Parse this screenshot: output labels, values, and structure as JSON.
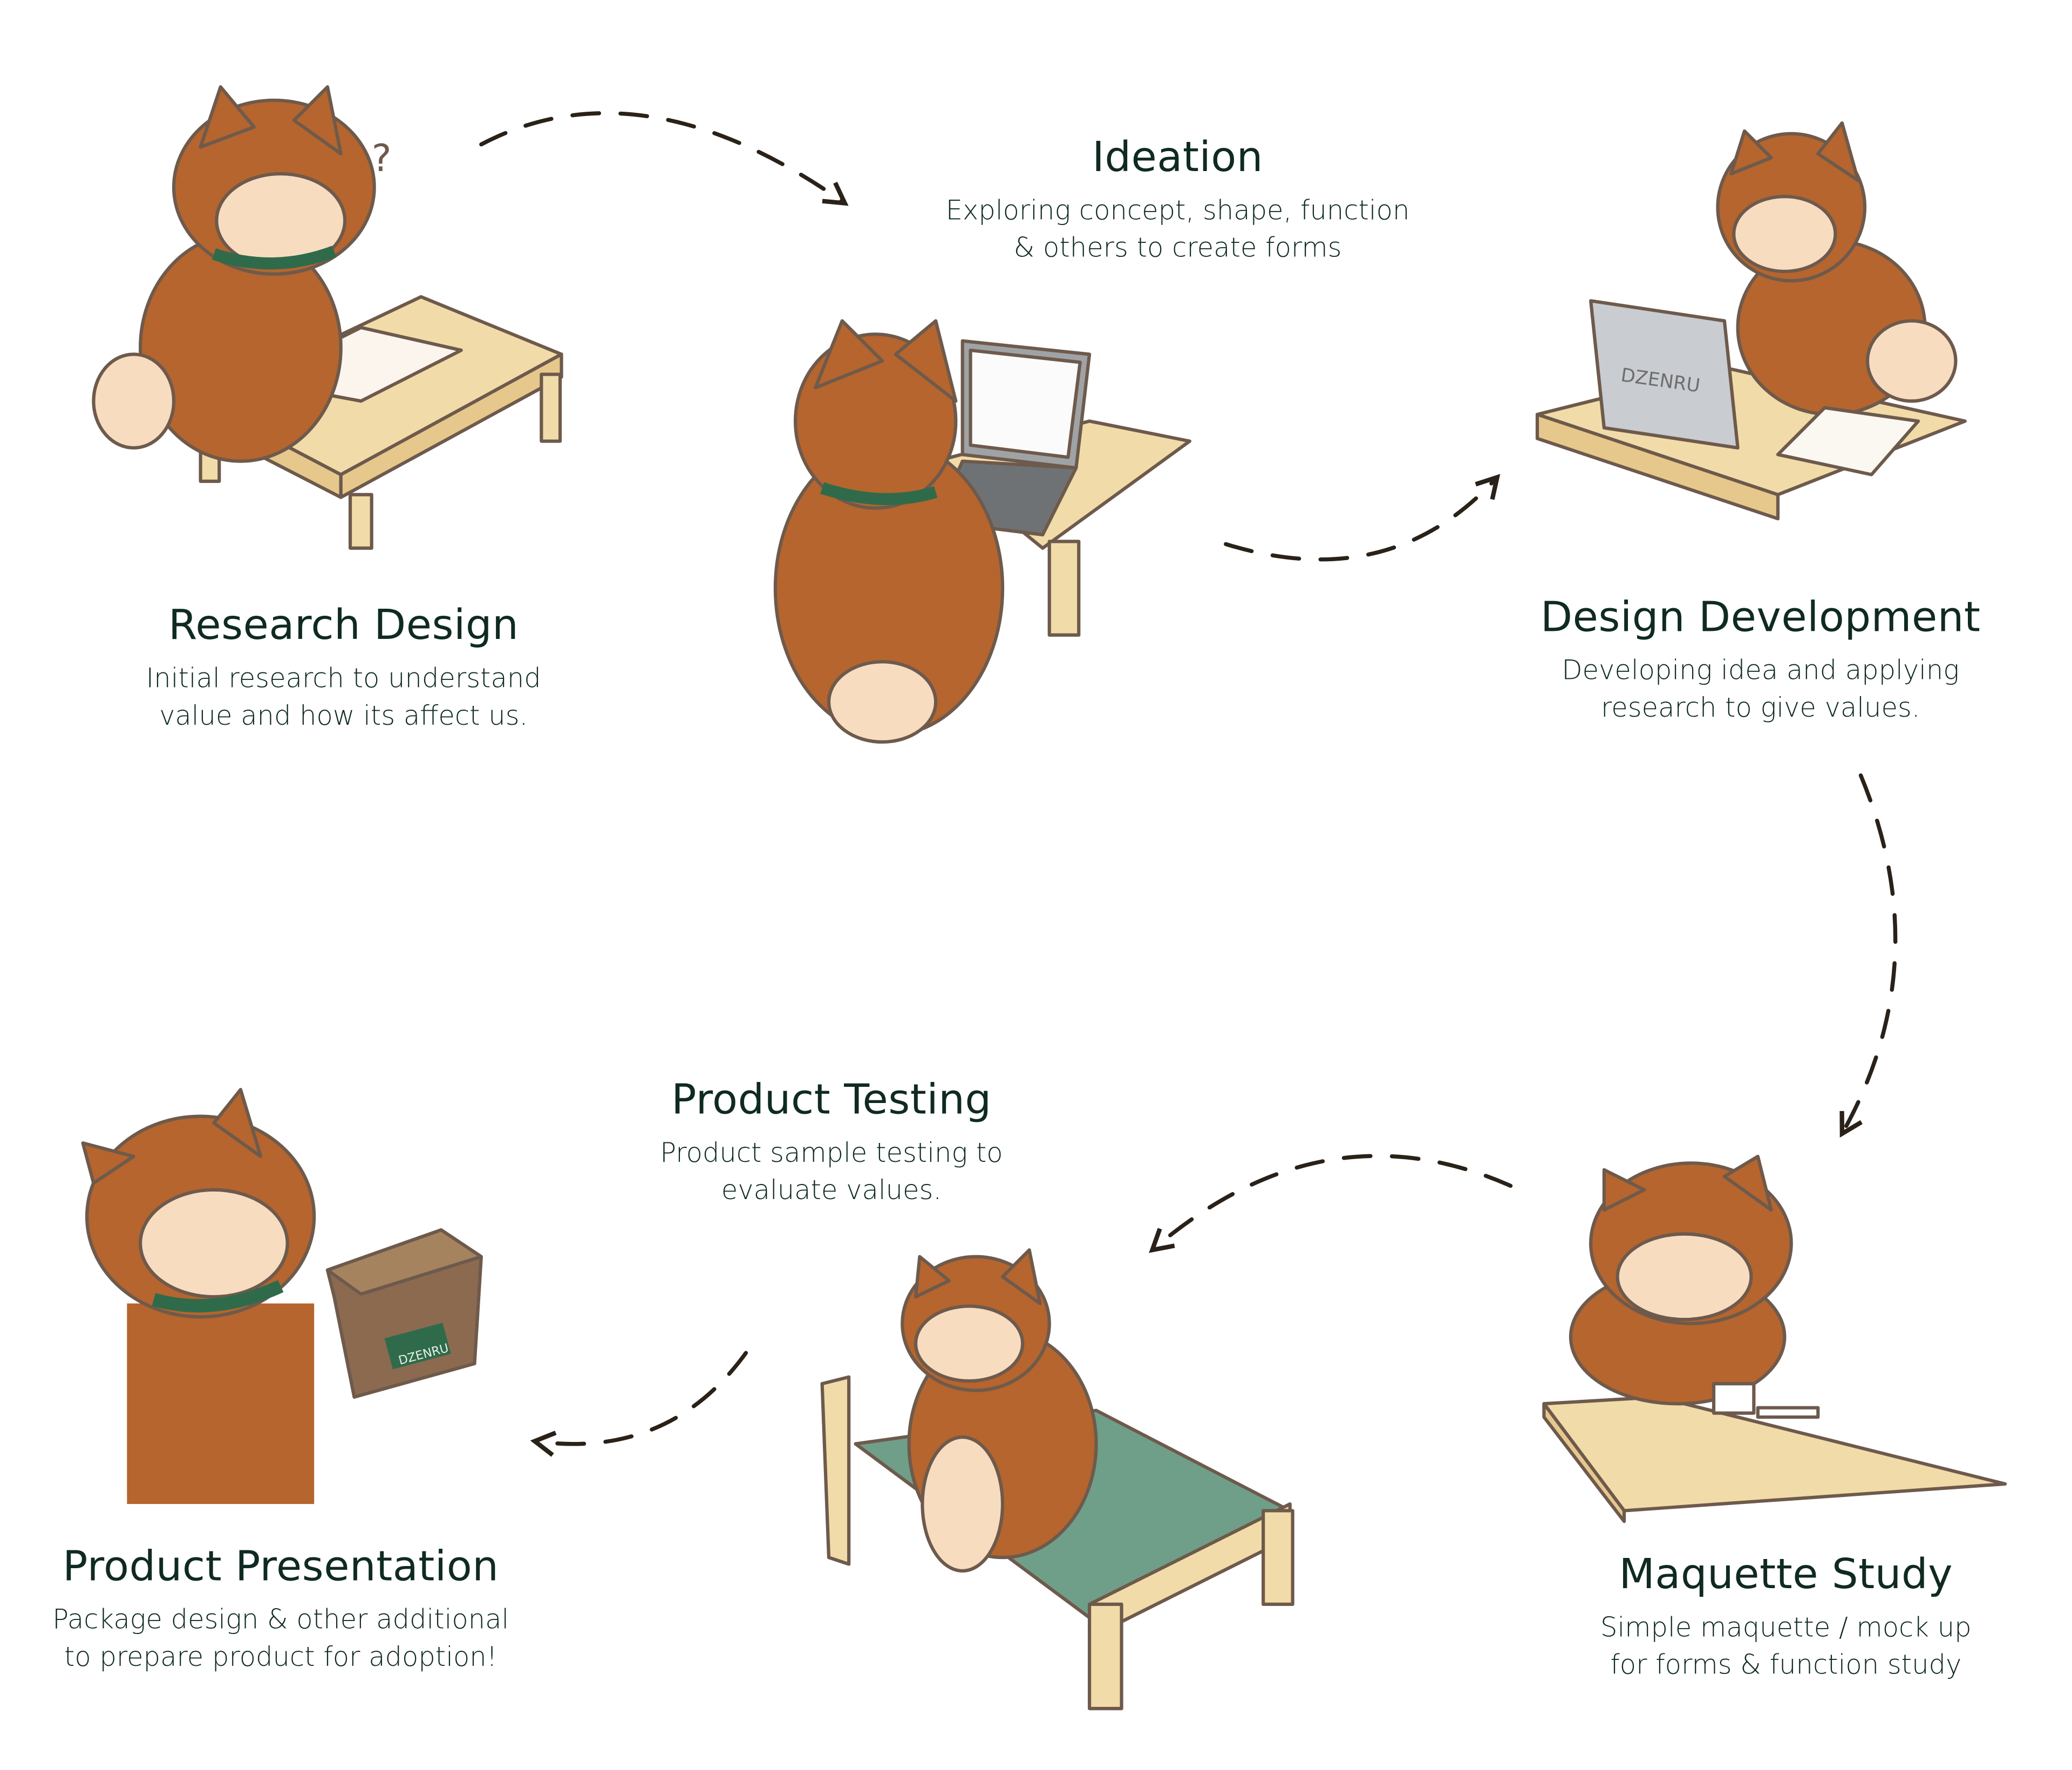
{
  "colors": {
    "text": "#0f2a22",
    "arrow": "#2a2118",
    "fur": "#b5652d",
    "cream": "#f8dcc0",
    "collar": "#2f6b4b",
    "wood": "#f1dba8",
    "outline": "#6e5a4c"
  },
  "steps": [
    {
      "id": "research-design",
      "title": "Research Design",
      "lines": [
        "Initial research to understand",
        "value and how its affect us."
      ]
    },
    {
      "id": "ideation",
      "title": "Ideation",
      "lines": [
        "Exploring concept, shape, function",
        "& others to create forms"
      ]
    },
    {
      "id": "design-development",
      "title": "Design Development",
      "lines": [
        "Developing idea and applying",
        "research to give values."
      ]
    },
    {
      "id": "maquette-study",
      "title": "Maquette Study",
      "lines": [
        "Simple maquette / mock up",
        "for forms & function study"
      ]
    },
    {
      "id": "product-testing",
      "title": "Product Testing",
      "lines": [
        "Product sample testing to",
        "evaluate values."
      ]
    },
    {
      "id": "product-presentation",
      "title": "Product Presentation",
      "lines": [
        "Package design & other additional",
        "to prepare product for adoption!"
      ]
    }
  ],
  "illustration_labels": {
    "laptop_brand": "DZENRU",
    "box_brand": "DZENRU",
    "question_mark": "?"
  }
}
